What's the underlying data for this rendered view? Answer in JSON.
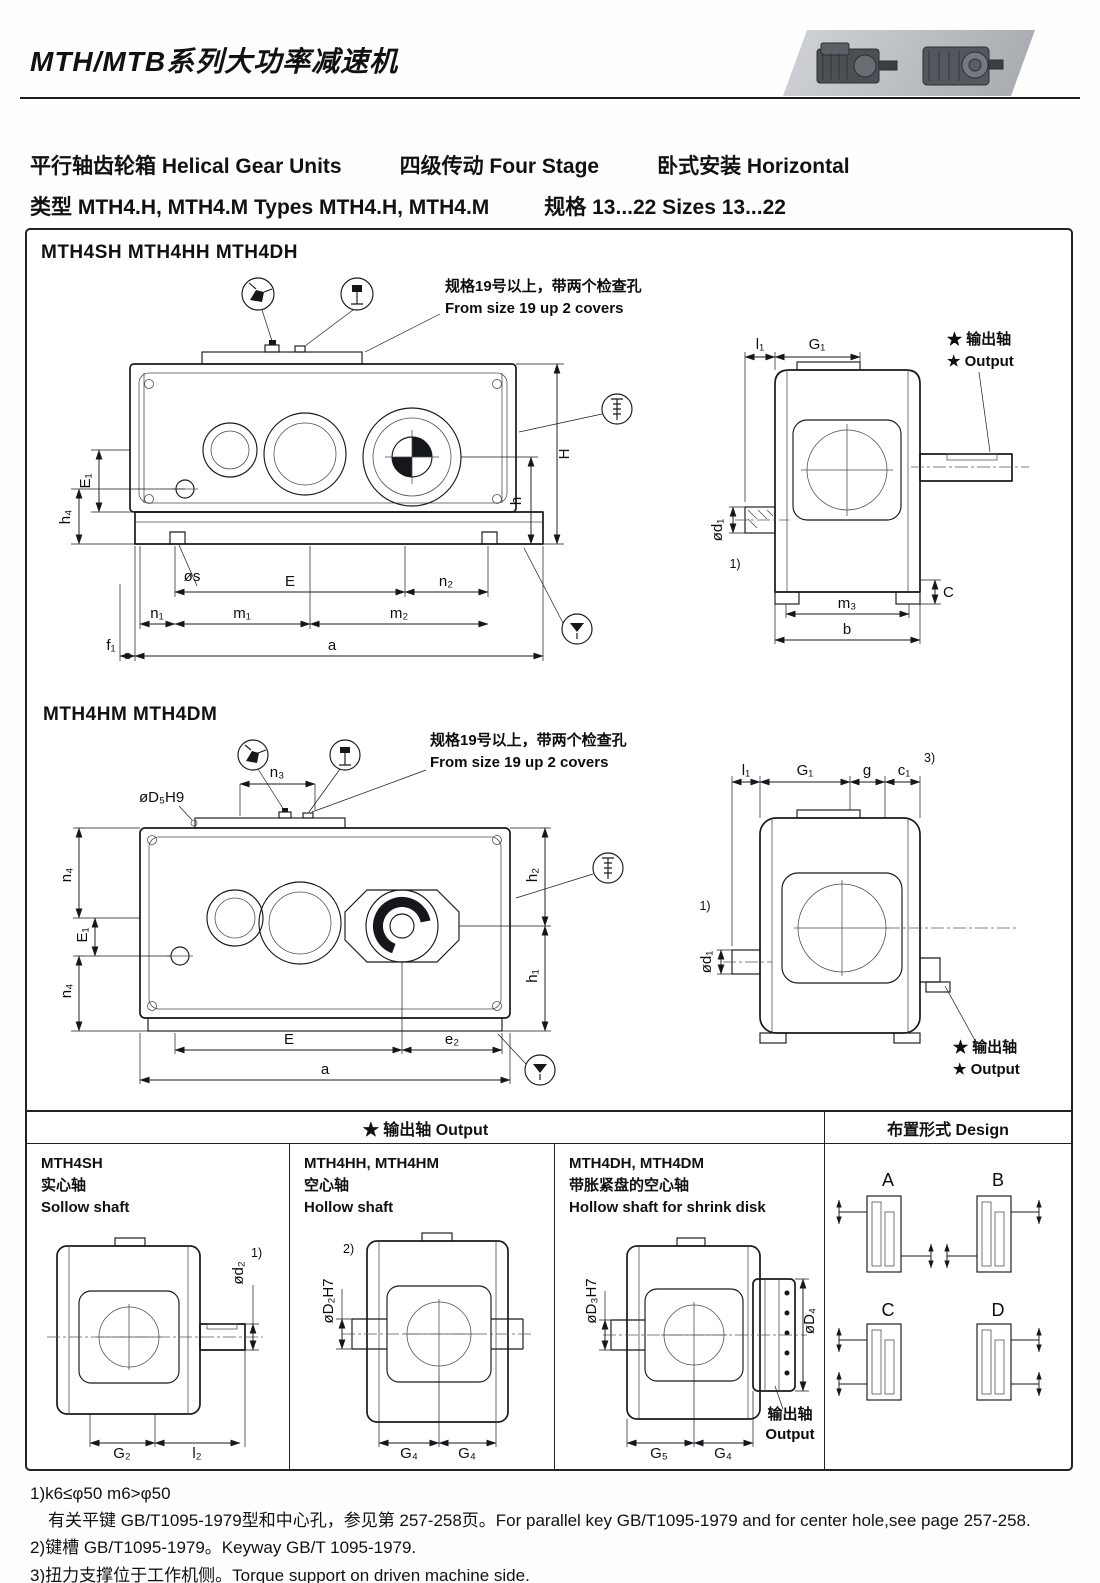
{
  "header": {
    "title": "MTH/MTB系列大功率减速机"
  },
  "subtitle": {
    "row1": [
      "平行轴齿轮箱 Helical Gear Units",
      "四级传动 Four Stage",
      "卧式安装  Horizontal"
    ],
    "row2": [
      "类型 MTH4.H, MTH4.M  Types MTH4.H, MTH4.M",
      "规格 13...22 Sizes 13...22"
    ]
  },
  "section_top": {
    "title": "MTH4SH MTH4HH MTH4DH",
    "note_zh": "规格19号以上，带两个检查孔",
    "note_en": "From size 19 up 2 covers",
    "output_zh": "★ 输出轴",
    "output_en": "★ Output",
    "dims": {
      "E1": "E₁",
      "h4": "h₄",
      "os": "øs",
      "E": "E",
      "n2": "n₂",
      "n1": "n₁",
      "m1": "m₁",
      "m2": "m₂",
      "f1": "f₁",
      "a": "a",
      "H": "H",
      "h": "h",
      "l1": "l₁",
      "G1": "G₁",
      "od1": "ød₁",
      "ref1": "1)",
      "m3": "m₃",
      "b": "b",
      "C": "C"
    }
  },
  "section_mid": {
    "title": "MTH4HM MTH4DM",
    "note_zh": "规格19号以上，带两个检查孔",
    "note_en": "From size 19 up 2 covers",
    "output_zh": "★ 输出轴",
    "output_en": "★ Output",
    "dims": {
      "n3": "n₃",
      "D5": "øD₅H9",
      "E1": "E₁",
      "n4a": "n₄",
      "n4b": "n₄",
      "E": "E",
      "e2": "e₂",
      "a": "a",
      "h2": "h₂",
      "h1": "h₁",
      "l1": "l₁",
      "G1": "G₁",
      "g": "g",
      "c1": "c₁",
      "ref3": "3)",
      "od1": "ød₁",
      "ref1": "1)"
    }
  },
  "table": {
    "output_header": "★ 输出轴  Output",
    "design_header": "布置形式 Design",
    "col1": {
      "name": "MTH4SH",
      "type_zh": "实心轴",
      "type_en": "Sollow shaft",
      "dims": {
        "od2": "ød₂",
        "ref1": "1)",
        "G2": "G₂",
        "l2": "l₂"
      }
    },
    "col2": {
      "name": "MTH4HH, MTH4HM",
      "type_zh": "空心轴",
      "type_en": "Hollow shaft",
      "dims": {
        "D2": "øD₂H7",
        "ref2": "2)",
        "G4a": "G₄",
        "G4b": "G₄"
      }
    },
    "col3": {
      "name": "MTH4DH, MTH4DM",
      "type_zh": "带胀紧盘的空心轴",
      "type_en": "Hollow shaft for shrink disk",
      "dims": {
        "D3": "øD₃H7",
        "D4": "øD₄",
        "G5": "G₅",
        "G4": "G₄"
      },
      "output_zh": "输出轴",
      "output_en": "Output"
    },
    "designs": {
      "a": "A",
      "b": "B",
      "c": "C",
      "d": "D"
    }
  },
  "footnotes": {
    "n1": "1)k6≤φ50   m6>φ50",
    "n1b": "有关平键 GB/T1095-1979型和中心孔，参见第 257-258页。For parallel key GB/T1095-1979 and for center hole,see page 257-258.",
    "n2": "2)键槽 GB/T1095-1979。Keyway GB/T 1095-1979.",
    "n3": "3)扭力支撑位于工作机侧。Torque support on driven machine side."
  }
}
